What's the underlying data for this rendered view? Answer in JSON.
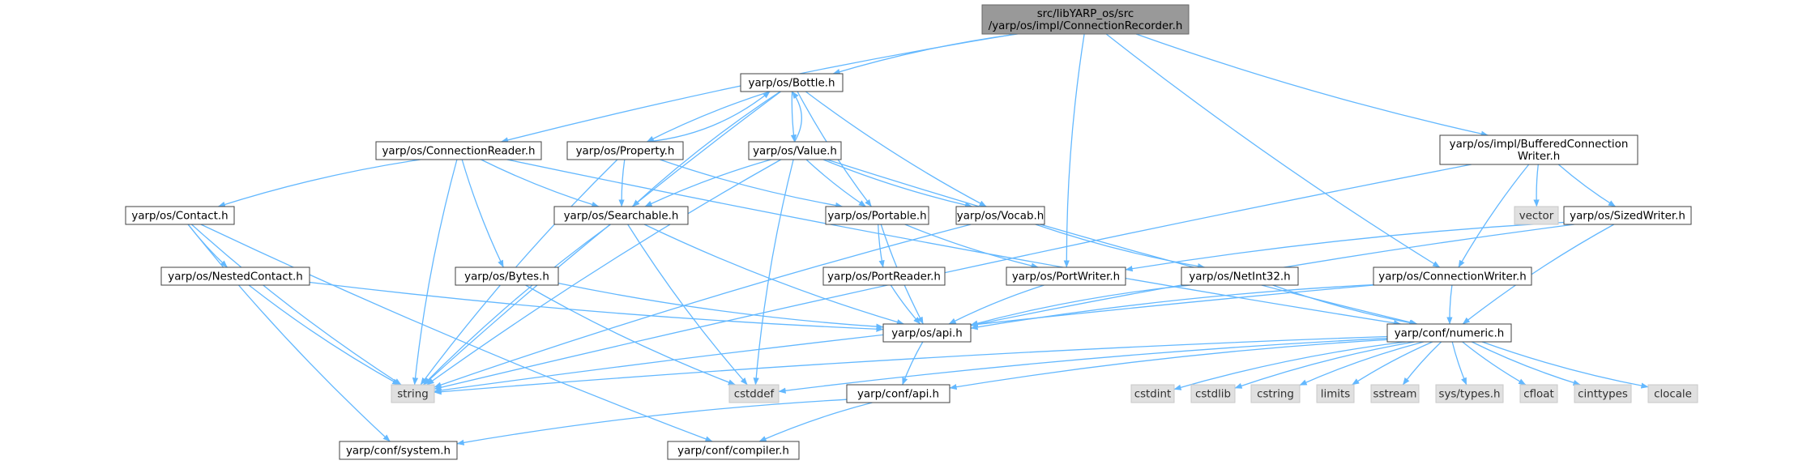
{
  "colors": {
    "edge": "#63b8ff",
    "node_border": "#404040",
    "root_fill": "#999999",
    "external_fill": "#e0e0e0",
    "external_border": "#c8c8c8"
  },
  "nodes": [
    {
      "id": "root",
      "kind": "root",
      "lines": [
        "src/libYARP_os/src",
        "/yarp/os/impl/ConnectionRecorder.h"
      ]
    },
    {
      "id": "bottle",
      "kind": "file",
      "lines": [
        "yarp/os/Bottle.h"
      ]
    },
    {
      "id": "connreader",
      "kind": "file",
      "lines": [
        "yarp/os/ConnectionReader.h"
      ]
    },
    {
      "id": "property",
      "kind": "file",
      "lines": [
        "yarp/os/Property.h"
      ]
    },
    {
      "id": "value",
      "kind": "file",
      "lines": [
        "yarp/os/Value.h"
      ]
    },
    {
      "id": "bufconnwriter",
      "kind": "file",
      "lines": [
        "yarp/os/impl/BufferedConnection",
        "Writer.h"
      ]
    },
    {
      "id": "contact",
      "kind": "file",
      "lines": [
        "yarp/os/Contact.h"
      ]
    },
    {
      "id": "searchable",
      "kind": "file",
      "lines": [
        "yarp/os/Searchable.h"
      ]
    },
    {
      "id": "portable",
      "kind": "file",
      "lines": [
        "yarp/os/Portable.h"
      ]
    },
    {
      "id": "vocab",
      "kind": "file",
      "lines": [
        "yarp/os/Vocab.h"
      ]
    },
    {
      "id": "vector",
      "kind": "ext",
      "lines": [
        "vector"
      ]
    },
    {
      "id": "sizedwriter",
      "kind": "file",
      "lines": [
        "yarp/os/SizedWriter.h"
      ]
    },
    {
      "id": "nestedcontact",
      "kind": "file",
      "lines": [
        "yarp/os/NestedContact.h"
      ]
    },
    {
      "id": "bytes",
      "kind": "file",
      "lines": [
        "yarp/os/Bytes.h"
      ]
    },
    {
      "id": "portreader",
      "kind": "file",
      "lines": [
        "yarp/os/PortReader.h"
      ]
    },
    {
      "id": "portwriter",
      "kind": "file",
      "lines": [
        "yarp/os/PortWriter.h"
      ]
    },
    {
      "id": "netint32",
      "kind": "file",
      "lines": [
        "yarp/os/NetInt32.h"
      ]
    },
    {
      "id": "connwriter",
      "kind": "file",
      "lines": [
        "yarp/os/ConnectionWriter.h"
      ]
    },
    {
      "id": "osapi",
      "kind": "file",
      "lines": [
        "yarp/os/api.h"
      ]
    },
    {
      "id": "numeric",
      "kind": "file",
      "lines": [
        "yarp/conf/numeric.h"
      ]
    },
    {
      "id": "string",
      "kind": "ext",
      "lines": [
        "string"
      ]
    },
    {
      "id": "cstddef",
      "kind": "ext",
      "lines": [
        "cstddef"
      ]
    },
    {
      "id": "confapi",
      "kind": "file",
      "lines": [
        "yarp/conf/api.h"
      ]
    },
    {
      "id": "cstdint",
      "kind": "ext",
      "lines": [
        "cstdint"
      ]
    },
    {
      "id": "cstdlib",
      "kind": "ext",
      "lines": [
        "cstdlib"
      ]
    },
    {
      "id": "cstring",
      "kind": "ext",
      "lines": [
        "cstring"
      ]
    },
    {
      "id": "limits",
      "kind": "ext",
      "lines": [
        "limits"
      ]
    },
    {
      "id": "sstream",
      "kind": "ext",
      "lines": [
        "sstream"
      ]
    },
    {
      "id": "systypes",
      "kind": "ext",
      "lines": [
        "sys/types.h"
      ]
    },
    {
      "id": "cfloat",
      "kind": "ext",
      "lines": [
        "cfloat"
      ]
    },
    {
      "id": "cinttypes",
      "kind": "ext",
      "lines": [
        "cinttypes"
      ]
    },
    {
      "id": "clocale",
      "kind": "ext",
      "lines": [
        "clocale"
      ]
    },
    {
      "id": "confsystem",
      "kind": "file",
      "lines": [
        "yarp/conf/system.h"
      ]
    },
    {
      "id": "confcompiler",
      "kind": "file",
      "lines": [
        "yarp/conf/compiler.h"
      ]
    }
  ],
  "edges": [
    [
      "root",
      "bottle"
    ],
    [
      "root",
      "connreader"
    ],
    [
      "root",
      "portwriter"
    ],
    [
      "root",
      "connwriter"
    ],
    [
      "root",
      "bufconnwriter"
    ],
    [
      "bottle",
      "property"
    ],
    [
      "bottle",
      "value"
    ],
    [
      "bottle",
      "searchable"
    ],
    [
      "bottle",
      "portable"
    ],
    [
      "bottle",
      "vocab"
    ],
    [
      "bottle",
      "string"
    ],
    [
      "property",
      "bottle"
    ],
    [
      "property",
      "searchable"
    ],
    [
      "property",
      "portable"
    ],
    [
      "property",
      "string"
    ],
    [
      "value",
      "bottle"
    ],
    [
      "value",
      "searchable"
    ],
    [
      "value",
      "portable"
    ],
    [
      "value",
      "vocab"
    ],
    [
      "value",
      "string"
    ],
    [
      "value",
      "cstddef"
    ],
    [
      "value",
      "numeric"
    ],
    [
      "connreader",
      "contact"
    ],
    [
      "connreader",
      "searchable"
    ],
    [
      "connreader",
      "bytes"
    ],
    [
      "connreader",
      "numeric"
    ],
    [
      "connreader",
      "string"
    ],
    [
      "contact",
      "nestedcontact"
    ],
    [
      "contact",
      "string"
    ],
    [
      "contact",
      "confsystem"
    ],
    [
      "contact",
      "confcompiler"
    ],
    [
      "nestedcontact",
      "osapi"
    ],
    [
      "nestedcontact",
      "string"
    ],
    [
      "searchable",
      "osapi"
    ],
    [
      "searchable",
      "string"
    ],
    [
      "searchable",
      "cstddef"
    ],
    [
      "bytes",
      "osapi"
    ],
    [
      "bytes",
      "cstddef"
    ],
    [
      "portable",
      "portreader"
    ],
    [
      "portable",
      "portwriter"
    ],
    [
      "portable",
      "osapi"
    ],
    [
      "vocab",
      "netint32"
    ],
    [
      "vocab",
      "string"
    ],
    [
      "portreader",
      "osapi"
    ],
    [
      "portwriter",
      "osapi"
    ],
    [
      "netint32",
      "osapi"
    ],
    [
      "netint32",
      "numeric"
    ],
    [
      "bufconnwriter",
      "vector"
    ],
    [
      "bufconnwriter",
      "sizedwriter"
    ],
    [
      "bufconnwriter",
      "connwriter"
    ],
    [
      "bufconnwriter",
      "string"
    ],
    [
      "sizedwriter",
      "portwriter"
    ],
    [
      "sizedwriter",
      "osapi"
    ],
    [
      "sizedwriter",
      "numeric"
    ],
    [
      "connwriter",
      "osapi"
    ],
    [
      "connwriter",
      "numeric"
    ],
    [
      "connwriter",
      "string"
    ],
    [
      "osapi",
      "confapi"
    ],
    [
      "numeric",
      "confapi"
    ],
    [
      "numeric",
      "string"
    ],
    [
      "numeric",
      "cstddef"
    ],
    [
      "numeric",
      "cstdint"
    ],
    [
      "numeric",
      "cstdlib"
    ],
    [
      "numeric",
      "cstring"
    ],
    [
      "numeric",
      "limits"
    ],
    [
      "numeric",
      "sstream"
    ],
    [
      "numeric",
      "systypes"
    ],
    [
      "numeric",
      "cfloat"
    ],
    [
      "numeric",
      "cinttypes"
    ],
    [
      "numeric",
      "clocale"
    ],
    [
      "confapi",
      "confsystem"
    ],
    [
      "confapi",
      "confcompiler"
    ]
  ]
}
